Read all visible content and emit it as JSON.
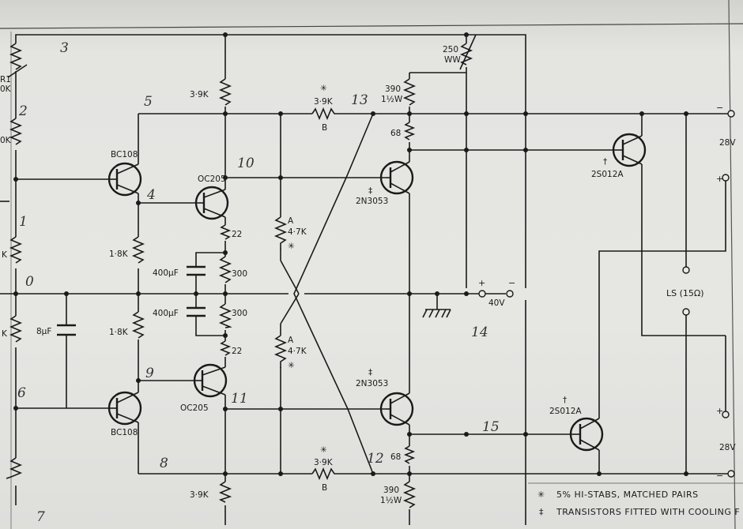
{
  "schematic": {
    "resistors": {
      "r1": "R1",
      "r1_val": "0K",
      "r_left_top": "0K",
      "r_left_mid": "K",
      "r_left_low": "K",
      "r_39k_top": "3·9K",
      "r_39k_bot": "3·9K",
      "r_18k_top": "1·8K",
      "r_18k_bot": "1·8K",
      "r_22_top": "22",
      "r_22_bot": "22",
      "r_300_top": "300",
      "r_300_bot": "300",
      "r_47k_top": "4·7K",
      "r_47k_bot": "4·7K",
      "r_47k_top_tag": "A",
      "r_47k_bot_tag": "A",
      "r_39kB_top": "3·9K",
      "r_39kB_bot": "3·9K",
      "r_39kB_top_tag": "B",
      "r_39kB_bot_tag": "B",
      "r_390_top": "390",
      "r_390_top_w": "1½W",
      "r_390_bot": "390",
      "r_390_bot_w": "1½W",
      "r_68_top": "68",
      "r_68_bot": "68",
      "r_250": "250",
      "r_250_ww": "WW"
    },
    "capacitors": {
      "c_400_top": "400μF",
      "c_400_bot": "400μF",
      "c_8": "8μF"
    },
    "transistors": {
      "bc108_top": "BC108",
      "bc108_bot": "BC108",
      "oc205_top": "OC205",
      "oc205_bot": "OC205",
      "n3053_top": "2N3053",
      "n3053_bot": "2N3053",
      "s2012a_top": "2S012A",
      "s2012a_bot": "2S012A"
    },
    "marks": {
      "star": "✳",
      "ddagger": "‡",
      "dagger": "†"
    },
    "supply": {
      "plus": "+",
      "minus": "−",
      "v40": "40V",
      "v28_top": "28V",
      "v28_bot": "28V",
      "plus_top": "+",
      "minus_top": "−",
      "plus_bot": "+",
      "minus_bot": "−"
    },
    "speaker": "LS (15Ω)",
    "handwritten": {
      "n0": "0",
      "n1": "1",
      "n2": "2",
      "n3": "3",
      "n4": "4",
      "n5": "5",
      "n6": "6",
      "n7": "7",
      "n8": "8",
      "n9": "9",
      "n10": "10",
      "n11": "11",
      "n12": "12",
      "n13": "13",
      "n14": "14",
      "n15": "15"
    },
    "legend": {
      "line1": "5% HI-STABS, MATCHED PAIRS",
      "line2": "TRANSISTORS FITTED WITH COOLING F"
    }
  },
  "colors": {
    "paper": "#e6e6e3",
    "ink": "#1a1a1a",
    "pencil": "#333333"
  }
}
